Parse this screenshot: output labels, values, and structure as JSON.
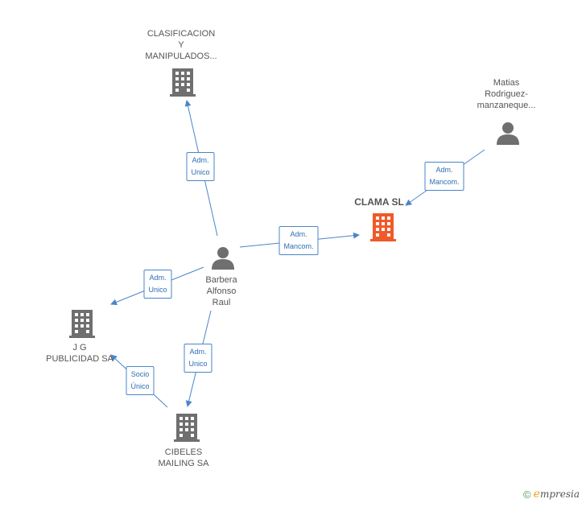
{
  "nodes": {
    "clasificacion": {
      "lines": [
        "CLASIFICACION",
        "Y",
        "MANIPULADOS..."
      ],
      "kind": "company"
    },
    "clama": {
      "lines": [
        "CLAMA SL"
      ],
      "kind": "company-focus"
    },
    "matias": {
      "lines": [
        "Matias",
        "Rodriguez-",
        "manzaneque..."
      ],
      "kind": "person"
    },
    "barbera": {
      "lines": [
        "Barbera",
        "Alfonso",
        "Raul"
      ],
      "kind": "person"
    },
    "jg": {
      "lines": [
        "J G",
        "PUBLICIDAD SA"
      ],
      "kind": "company"
    },
    "cibeles": {
      "lines": [
        "CIBELES",
        "MAILING SA"
      ],
      "kind": "company"
    }
  },
  "edges": {
    "e1": {
      "lines": [
        "Adm.",
        "Unico"
      ]
    },
    "e2": {
      "lines": [
        "Adm.",
        "Mancom."
      ]
    },
    "e3": {
      "lines": [
        "Adm.",
        "Mancom."
      ]
    },
    "e4": {
      "lines": [
        "Adm.",
        "Unico"
      ]
    },
    "e5": {
      "lines": [
        "Adm.",
        "Unico"
      ]
    },
    "e6": {
      "lines": [
        "Socio",
        "Único"
      ]
    }
  },
  "footer": {
    "copyright": "©",
    "brand_initial": "e",
    "brand_rest": "mpresia"
  },
  "colors": {
    "edge": "#4a86c8",
    "icon": "#6f6f6f",
    "focus_icon": "#f05a28"
  }
}
